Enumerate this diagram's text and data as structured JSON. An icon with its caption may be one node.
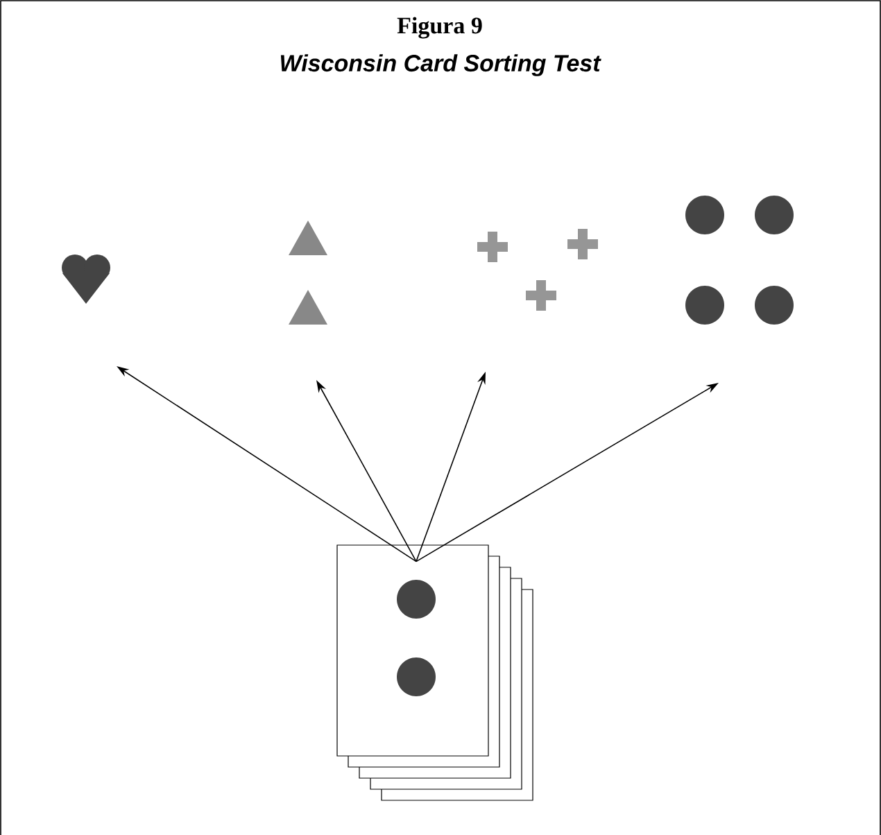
{
  "diagram": {
    "title": "Figura 9",
    "nodes": [
      {
        "text": [],
        "shape": "heart"
      },
      {
        "text": [],
        "shape": "triangle"
      },
      {
        "text": [],
        "shape": "cross"
      },
      {
        "text": [],
        "shape": "circle"
      },
      {
        "text": [],
        "shape": "card"
      }
    ],
    "edges": [
      {
        "from": 4,
        "to": 0,
        "arrow": "to"
      },
      {
        "from": 4,
        "to": 1,
        "arrow": "to"
      },
      {
        "from": 4,
        "to": 2,
        "arrow": "to"
      },
      {
        "from": 4,
        "to": 3,
        "arrow": "to"
      }
    ],
    "labels": [
      "Wisconsin Card Sorting Test"
    ]
  }
}
